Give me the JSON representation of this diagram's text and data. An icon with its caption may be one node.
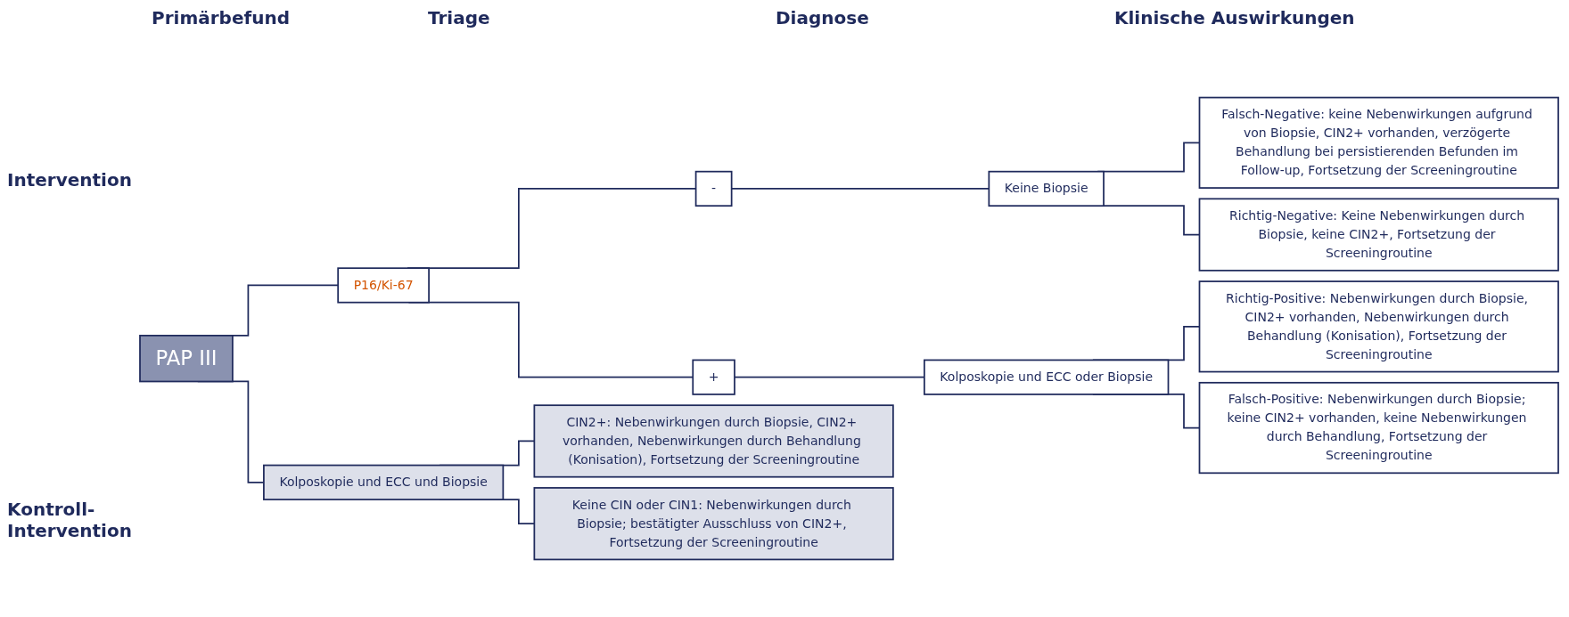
{
  "diagram": {
    "nodes": [
      {
        "text": [
          "PAP III"
        ]
      },
      {
        "text": [
          "P16/Ki-67"
        ]
      },
      {
        "text": [
          "-"
        ]
      },
      {
        "text": [
          "+"
        ]
      },
      {
        "text": [
          "Keine Biopsie"
        ]
      },
      {
        "text": [
          "Kolposkopie und ECC oder Biopsie"
        ]
      },
      {
        "text": [
          "Kolposkopie und ECC und Biopsie"
        ]
      },
      {
        "text": [
          "Falsch-Negative: keine Nebenwirkungen aufgrund von Biopsie, CIN2+ vorhanden, verzögerte Behandlung bei persistierenden Befunden im Follow-up, Fortsetzung der Screeningroutine"
        ]
      },
      {
        "text": [
          "Richtig-Negative: Keine Nebenwirkungen durch Biopsie, keine CIN2+, Fortsetzung der Screeningroutine"
        ]
      },
      {
        "text": [
          "Richtig-Positive: Nebenwirkungen durch Biopsie, CIN2+ vorhanden, Nebenwirkungen durch Behandlung (Konisation), Fortsetzung der Screeningroutine"
        ]
      },
      {
        "text": [
          "Falsch-Positive: Nebenwirkungen durch Biopsie; keine CIN2+ vorhanden, keine Nebenwirkungen durch Behandlung, Fortsetzung der Screeningroutine"
        ]
      },
      {
        "text": [
          "CIN2+: Nebenwirkungen durch Biopsie, CIN2+ vorhanden, Nebenwirkungen durch Behandlung (Konisation), Fortsetzung der Screeningroutine"
        ]
      },
      {
        "text": [
          "Keine CIN oder CIN1: Nebenwirkungen durch Biopsie; bestätigter Ausschluss von CIN2+, Fortsetzung der Screeningroutine"
        ]
      }
    ],
    "edges": [
      {
        "from": 0,
        "to": 1,
        "arrow": "none"
      },
      {
        "from": 0,
        "to": 6,
        "arrow": "none"
      },
      {
        "from": 1,
        "to": 2,
        "arrow": "none"
      },
      {
        "from": 1,
        "to": 3,
        "arrow": "none"
      },
      {
        "from": 2,
        "to": 4,
        "arrow": "none"
      },
      {
        "from": 3,
        "to": 5,
        "arrow": "none"
      },
      {
        "from": 4,
        "to": 7,
        "arrow": "none"
      },
      {
        "from": 4,
        "to": 8,
        "arrow": "none"
      },
      {
        "from": 5,
        "to": 9,
        "arrow": "none"
      },
      {
        "from": 5,
        "to": 10,
        "arrow": "none"
      },
      {
        "from": 6,
        "to": 11,
        "arrow": "none"
      },
      {
        "from": 6,
        "to": 12,
        "arrow": "none"
      }
    ],
    "labels": [
      "Primärbefund",
      "Triage",
      "Diagnose",
      "Klinische Auswirkungen",
      "Intervention",
      "Kontroll-Intervention"
    ]
  }
}
